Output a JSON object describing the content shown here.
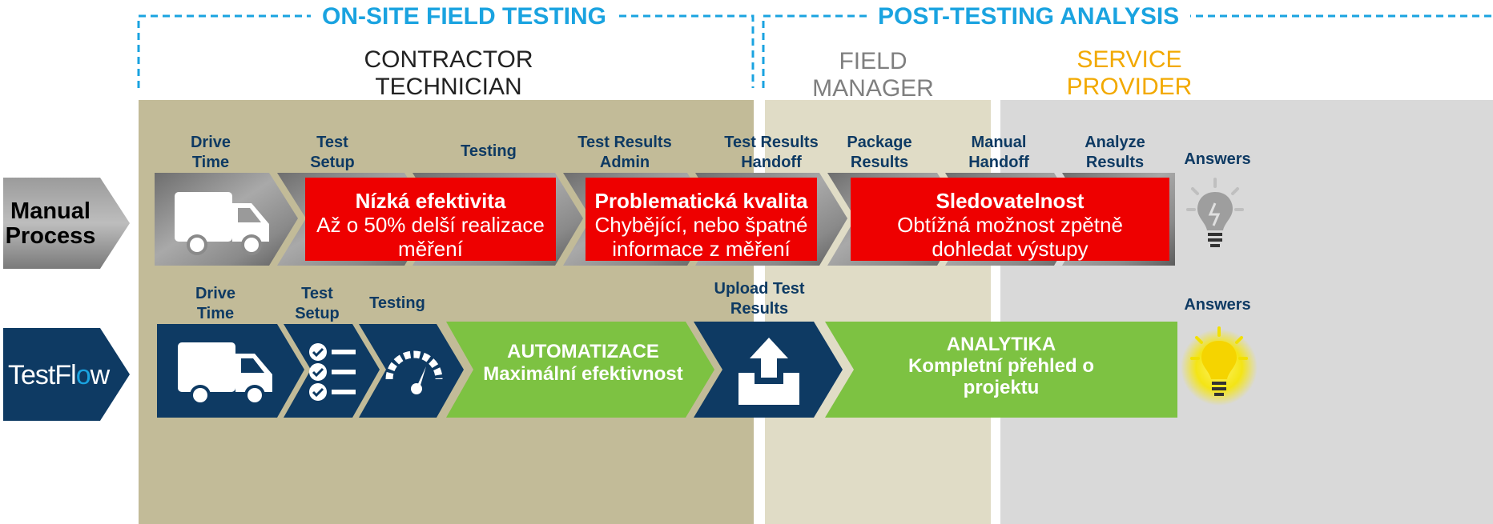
{
  "headers": {
    "onsite": "ON-SITE FIELD TESTING",
    "post": "POST-TESTING ANALYSIS"
  },
  "roles": {
    "contractor_line1": "CONTRACTOR",
    "contractor_line2": "TECHNICIAN",
    "field_line1": "FIELD",
    "field_line2": "MANAGER",
    "service_line1": "SERVICE",
    "service_line2": "PROVIDER"
  },
  "manual": {
    "label_line1": "Manual",
    "label_line2": "Process",
    "steps": [
      {
        "l1": "Drive",
        "l2": "Time"
      },
      {
        "l1": "Test",
        "l2": "Setup"
      },
      {
        "l1": "Testing",
        "l2": ""
      },
      {
        "l1": "Test Results",
        "l2": "Admin"
      },
      {
        "l1": "Test Results",
        "l2": "Handoff"
      },
      {
        "l1": "Package",
        "l2": "Results"
      },
      {
        "l1": "Manual",
        "l2": "Handoff"
      },
      {
        "l1": "Analyze",
        "l2": "Results"
      },
      {
        "l1": "Answers",
        "l2": ""
      }
    ],
    "boxes": [
      {
        "title": "Nízká efektivita",
        "line1": "Až o 50% delší realizace",
        "line2": "měření"
      },
      {
        "title": "Problematická kvalita",
        "line1": "Chybějící, nebo špatné",
        "line2": "informace z měření"
      },
      {
        "title": "Sledovatelnost",
        "line1": "Obtížná možnost zpětně",
        "line2": "dohledat výstupy"
      }
    ]
  },
  "testflow": {
    "logo_a": "TestFl",
    "logo_b": "w",
    "steps": [
      {
        "l1": "Drive",
        "l2": "Time"
      },
      {
        "l1": "Test",
        "l2": "Setup"
      },
      {
        "l1": "Testing",
        "l2": ""
      },
      {
        "l1": "Upload Test",
        "l2": "Results"
      },
      {
        "l1": "Answers",
        "l2": ""
      }
    ],
    "green1": {
      "title": "AUTOMATIZACE",
      "sub": "Maximální efektivnost"
    },
    "green2": {
      "title": "ANALYTIKA",
      "sub1": "Kompletní přehled o",
      "sub2": "projektu"
    }
  },
  "colors": {
    "accent_blue": "#1aa3e0",
    "navy": "#0e3a63",
    "tan": "#c2bb98",
    "light_tan": "#e0dcc6",
    "gray_zone": "#d9d9d9",
    "red": "#ee0000",
    "green": "#7dc242",
    "service_orange": "#f2a900"
  },
  "icons": [
    "truck-icon",
    "checklist-icon",
    "gauge-icon",
    "upload-icon",
    "lightbulb-icon"
  ]
}
